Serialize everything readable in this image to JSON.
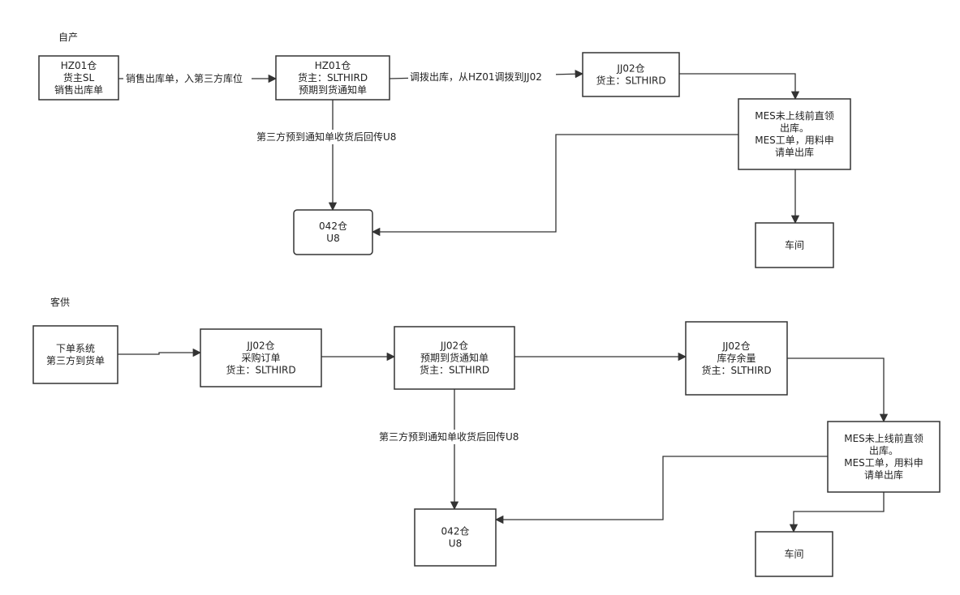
{
  "sections": {
    "self": {
      "title": "自产"
    },
    "customer": {
      "title": "客供"
    }
  },
  "nodes": {
    "hz01_src": {
      "lines": [
        "HZ01仓",
        "货主SL",
        "销售出库单"
      ]
    },
    "hz01_asn": {
      "lines": [
        "HZ01仓",
        "货主：SLTHIRD",
        "预期到货通知单"
      ]
    },
    "jj02_top": {
      "lines": [
        "JJ02仓",
        "货主：SLTHIRD"
      ]
    },
    "mes_top": {
      "lines": [
        "MES未上线前直领",
        "出库。",
        "MES工单，用料申",
        "请单出库"
      ]
    },
    "w042_top": {
      "lines": [
        "042仓",
        "U8"
      ]
    },
    "workshop_top": {
      "lines": [
        "车间"
      ]
    },
    "order_sys": {
      "lines": [
        "下单系统",
        "第三方到货单"
      ]
    },
    "jj02_po": {
      "lines": [
        "JJ02仓",
        "采购订单",
        "货主：SLTHIRD"
      ]
    },
    "jj02_asn": {
      "lines": [
        "JJ02仓",
        "预期到货通知单",
        "货主：SLTHIRD"
      ]
    },
    "jj02_stock": {
      "lines": [
        "JJ02仓",
        "库存余量",
        "货主：SLTHIRD"
      ]
    },
    "mes_bottom": {
      "lines": [
        "MES未上线前直领",
        "出库。",
        "MES工单，用料申",
        "请单出库"
      ]
    },
    "w042_bottom": {
      "lines": [
        "042仓",
        "U8"
      ]
    },
    "workshop_bottom": {
      "lines": [
        "车间"
      ]
    }
  },
  "edges": {
    "sales_out": {
      "label": "销售出库单，入第三方库位"
    },
    "transfer_out": {
      "label": "调拨出库，从HZ01调拨到JJ02"
    },
    "callback_top": {
      "label": "第三方预到通知单收货后回传U8"
    },
    "callback_bottom": {
      "label": "第三方预到通知单收货后回传U8"
    }
  },
  "colors": {
    "stroke": "#333333",
    "background": "#ffffff"
  }
}
